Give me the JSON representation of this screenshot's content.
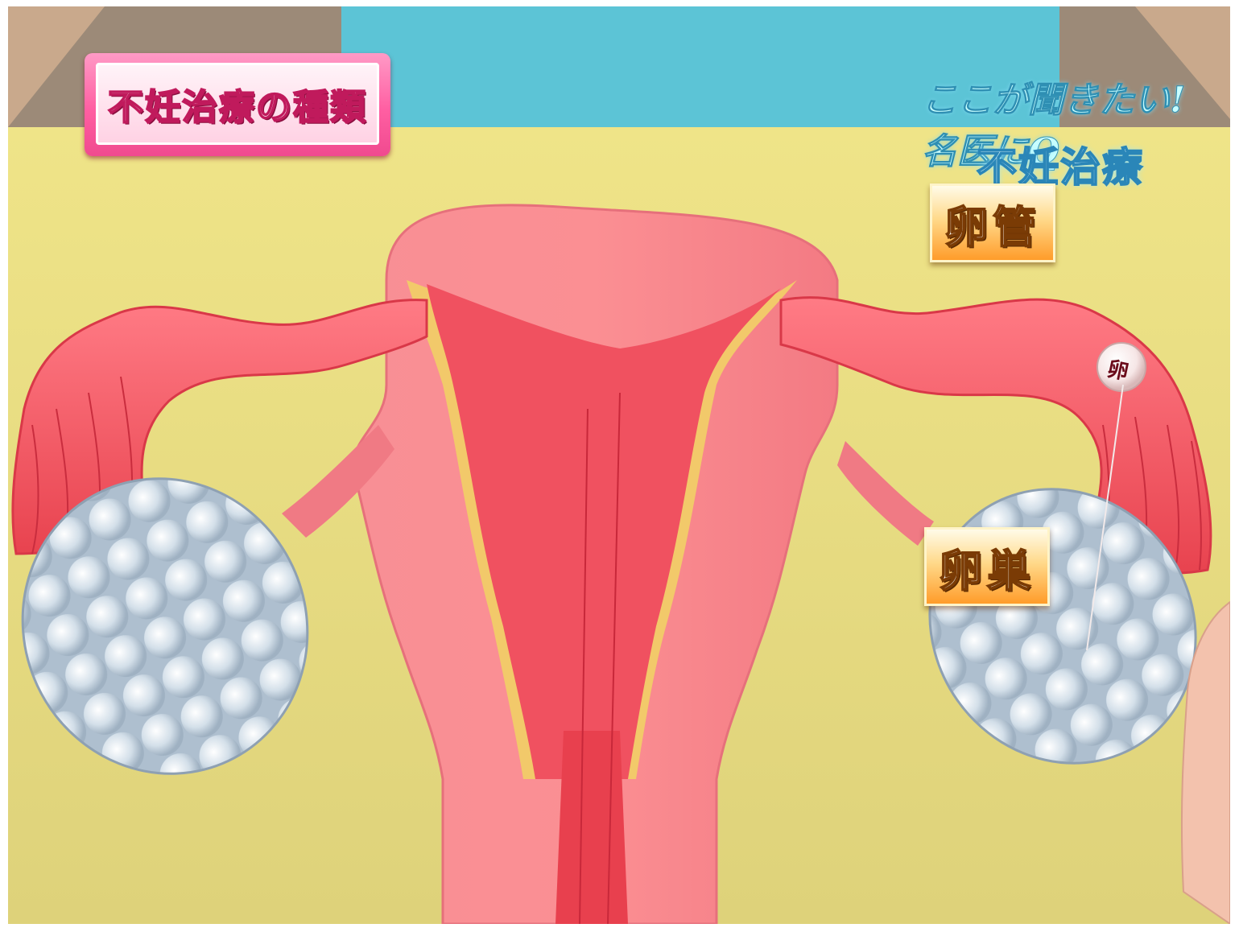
{
  "caption": {
    "text": "不妊治療の種類"
  },
  "show_logo": {
    "line1": "ここが聞きたい!名医にQ",
    "line2": "不妊治療"
  },
  "labels": {
    "fallopian_tube": "卵管",
    "ovary": "卵巣",
    "egg": "卵"
  },
  "colors": {
    "board_background": "#e6dc80",
    "wall_blue": "#5cc4d6",
    "uterus_pink": "#f47c86",
    "tube_red": "#f0505e",
    "lining_yellow": "#f2c96a",
    "ovary_blue": "#b9c9d8",
    "caption_pink": "#ff5fa2",
    "label_orange": "#ff9c2a"
  }
}
